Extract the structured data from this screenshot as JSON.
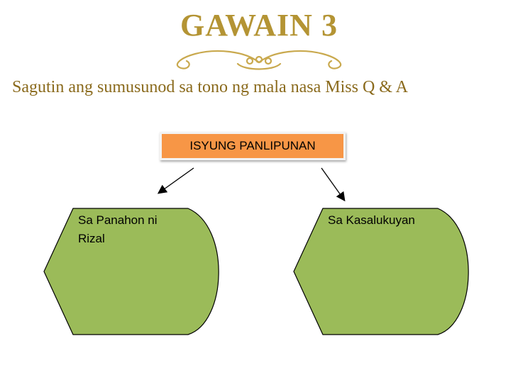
{
  "title": "GAWAIN 3",
  "subtitle": "Sagutin ang sumusunod sa tono ng mala nasa Miss Q & A",
  "diagram": {
    "topic": "ISYUNG PANLIPUNAN",
    "left_label": "Sa Panahon ni Rizal",
    "right_label": "Sa Kasalukuyan"
  },
  "colors": {
    "title": "#b49434",
    "subtitle": "#8a6a1c",
    "topic_box": "#f79646",
    "shape_fill": "#9bbb59"
  },
  "icons": {
    "ornament": "flourish-divider-icon"
  }
}
